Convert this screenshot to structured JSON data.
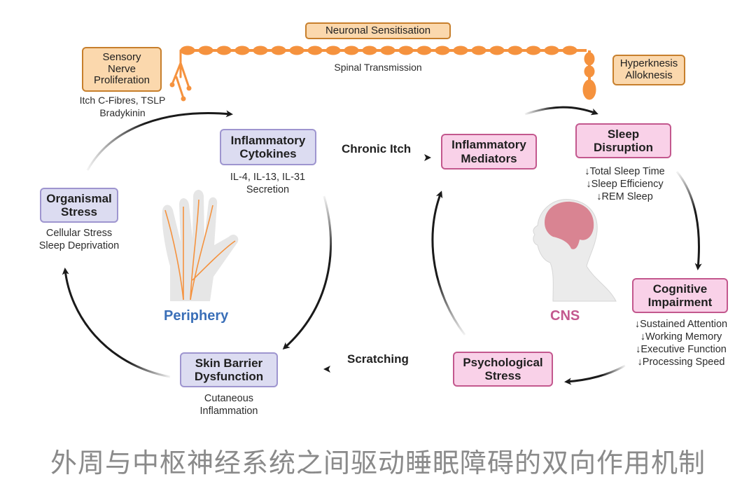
{
  "colors": {
    "periphery_fill": "#dcdcf1",
    "periphery_border": "#9e95cf",
    "cns_fill": "#f9d1e8",
    "cns_border": "#c3588e",
    "nerve_orange": "#f5923e",
    "periphery_label": "#3a6fb8",
    "cns_label": "#c3588e"
  },
  "top": {
    "neuronal_sensitisation": "Neuronal Sensitisation",
    "spinal_transmission": "Spinal Transmission",
    "sensory_nerve": [
      "Sensory",
      "Nerve",
      "Proliferation"
    ],
    "sensory_sub": [
      "Itch C-Fibres, TSLP",
      "Bradykinin"
    ],
    "hyperknesis": [
      "Hyperknesis",
      "Alloknesis"
    ]
  },
  "periphery": {
    "region_label": "Periphery",
    "cytokines": {
      "title": [
        "Inflammatory",
        "Cytokines"
      ],
      "sub": [
        "IL-4, IL-13, IL-31",
        "Secretion"
      ]
    },
    "organismal": {
      "title": [
        "Organismal",
        "Stress"
      ],
      "sub": [
        "Cellular Stress",
        "Sleep Deprivation"
      ]
    },
    "skin": {
      "title": [
        "Skin Barrier",
        "Dysfunction"
      ],
      "sub": [
        "Cutaneous",
        "Inflammation"
      ]
    }
  },
  "cns": {
    "region_label": "CNS",
    "mediators": {
      "title": [
        "Inflammatory",
        "Mediators"
      ]
    },
    "sleep": {
      "title": [
        "Sleep",
        "Disruption"
      ],
      "sub": [
        "↓Total Sleep Time",
        "↓Sleep Efficiency",
        "↓REM Sleep"
      ]
    },
    "cognitive": {
      "title": [
        "Cognitive",
        "Impairment"
      ],
      "sub": [
        "↓Sustained Attention",
        "↓Working Memory",
        "↓Executive Function",
        "↓Processing Speed"
      ]
    },
    "psych": {
      "title": [
        "Psychological",
        "Stress"
      ]
    }
  },
  "edges": {
    "chronic_itch": "Chronic Itch",
    "scratching": "Scratching"
  },
  "caption": "外周与中枢神经系统之间驱动睡眠障碍的双向作用机制"
}
